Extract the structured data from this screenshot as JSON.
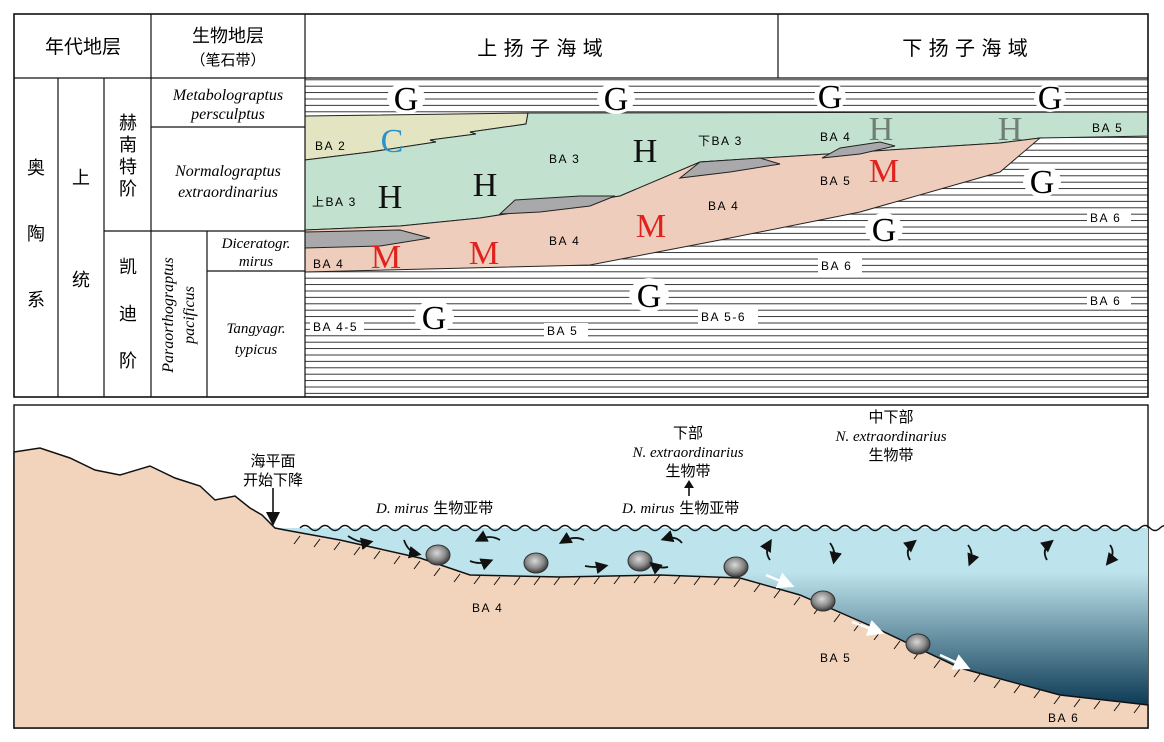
{
  "table": {
    "chronostrat_header": "年代地层",
    "biostrat_header": "生物地层",
    "biostrat_subheader": "（笔石带）",
    "upper_yangtze": "上 扬 子 海 域",
    "lower_yangtze": "下 扬 子 海 域",
    "system": [
      "奥",
      "陶",
      "系"
    ],
    "series": [
      "上",
      "统"
    ],
    "stage_upper": [
      "赫",
      "南",
      "特",
      "阶"
    ],
    "stage_lower": [
      "凯",
      "迪",
      "阶"
    ],
    "zone_persculptus": [
      "Metabolograptus",
      "persculptus"
    ],
    "zone_extraordinarius": [
      "Normalograptus",
      "extraordinarius"
    ],
    "zone_pacificus": [
      "Paraorthograptus",
      "pacificus"
    ],
    "zone_mirus": [
      "Diceratogr.",
      "mirus"
    ],
    "zone_typicus": [
      "Tangyagr.",
      "typicus"
    ]
  },
  "facies": {
    "G": "G",
    "H": "H",
    "C": "C",
    "M": "M"
  },
  "facies_colors": {
    "C": "#e3e4c2",
    "H": "#c2e1ce",
    "M": "#efcdbc",
    "bar": "#a9a9ab",
    "C_letter": "#2a93c9",
    "M_letter": "#e0221f",
    "H_faded": "#6f7f76"
  },
  "ba_labels": {
    "ba2": "BA 2",
    "ba3_up": "上BA 3",
    "ba3": "BA 3",
    "ba3_down": "下BA 3",
    "ba4": "BA 4",
    "ba45": "BA 4-5",
    "ba5": "BA 5",
    "ba56": "BA 5-6",
    "ba6": "BA 6"
  },
  "profile": {
    "sea_level_fall": [
      "海平面",
      "开始下降"
    ],
    "mirus_zone_1": [
      "D. mirus",
      " 生物亚带"
    ],
    "mirus_zone_2": [
      "D. mirus",
      " 生物亚带"
    ],
    "lower_zone": [
      "下部",
      "N. extraordinarius",
      "生物带"
    ],
    "midlower_zone": [
      "中下部",
      "N. extraordinarius",
      "生物带"
    ],
    "ba4": "BA 4",
    "ba5": "BA 5",
    "ba6": "BA 6"
  },
  "profile_colors": {
    "land": "#f2d4bc",
    "shallow": "#bde3ec",
    "deep": "#0d3a55"
  }
}
